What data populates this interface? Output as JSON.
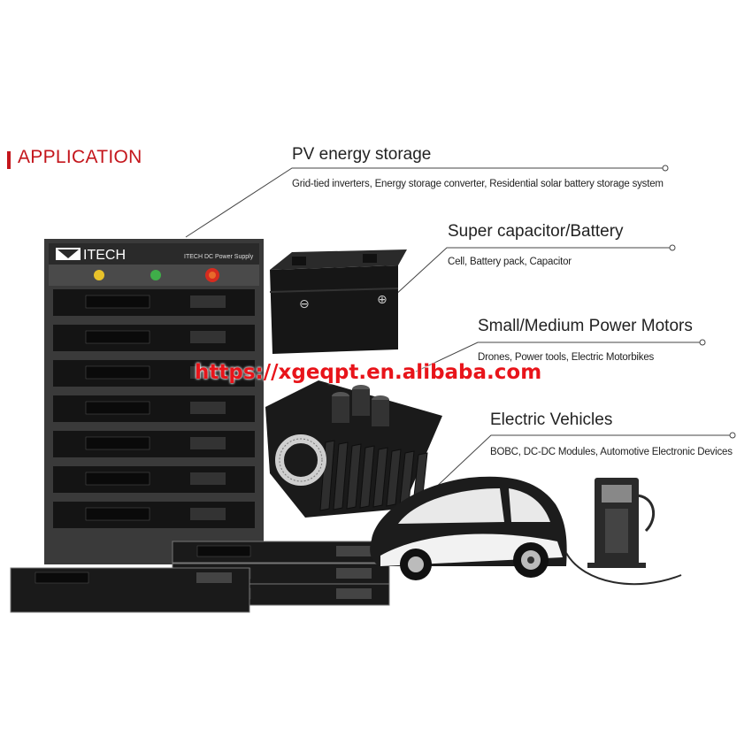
{
  "heading": "APPLICATION",
  "brand": "ITECH",
  "rack_label": "ITECH DC Power Supply",
  "applications": [
    {
      "title": "PV energy storage",
      "desc": "Grid-tied inverters, Energy storage converter, Residential solar battery storage system"
    },
    {
      "title": "Super capacitor/Battery",
      "desc": "Cell, Battery pack, Capacitor"
    },
    {
      "title": "Small/Medium Power Motors",
      "desc": "Drones, Power tools, Electric Motorbikes"
    },
    {
      "title": "Electric Vehicles",
      "desc": "BOBC, DC-DC Modules, Automotive Electronic Devices"
    }
  ],
  "watermark": "https://xgeqpt.en.alibaba.com",
  "colors": {
    "accent": "#c4161c",
    "rack": "#2b2b2b",
    "watermark": "#e8141a"
  }
}
